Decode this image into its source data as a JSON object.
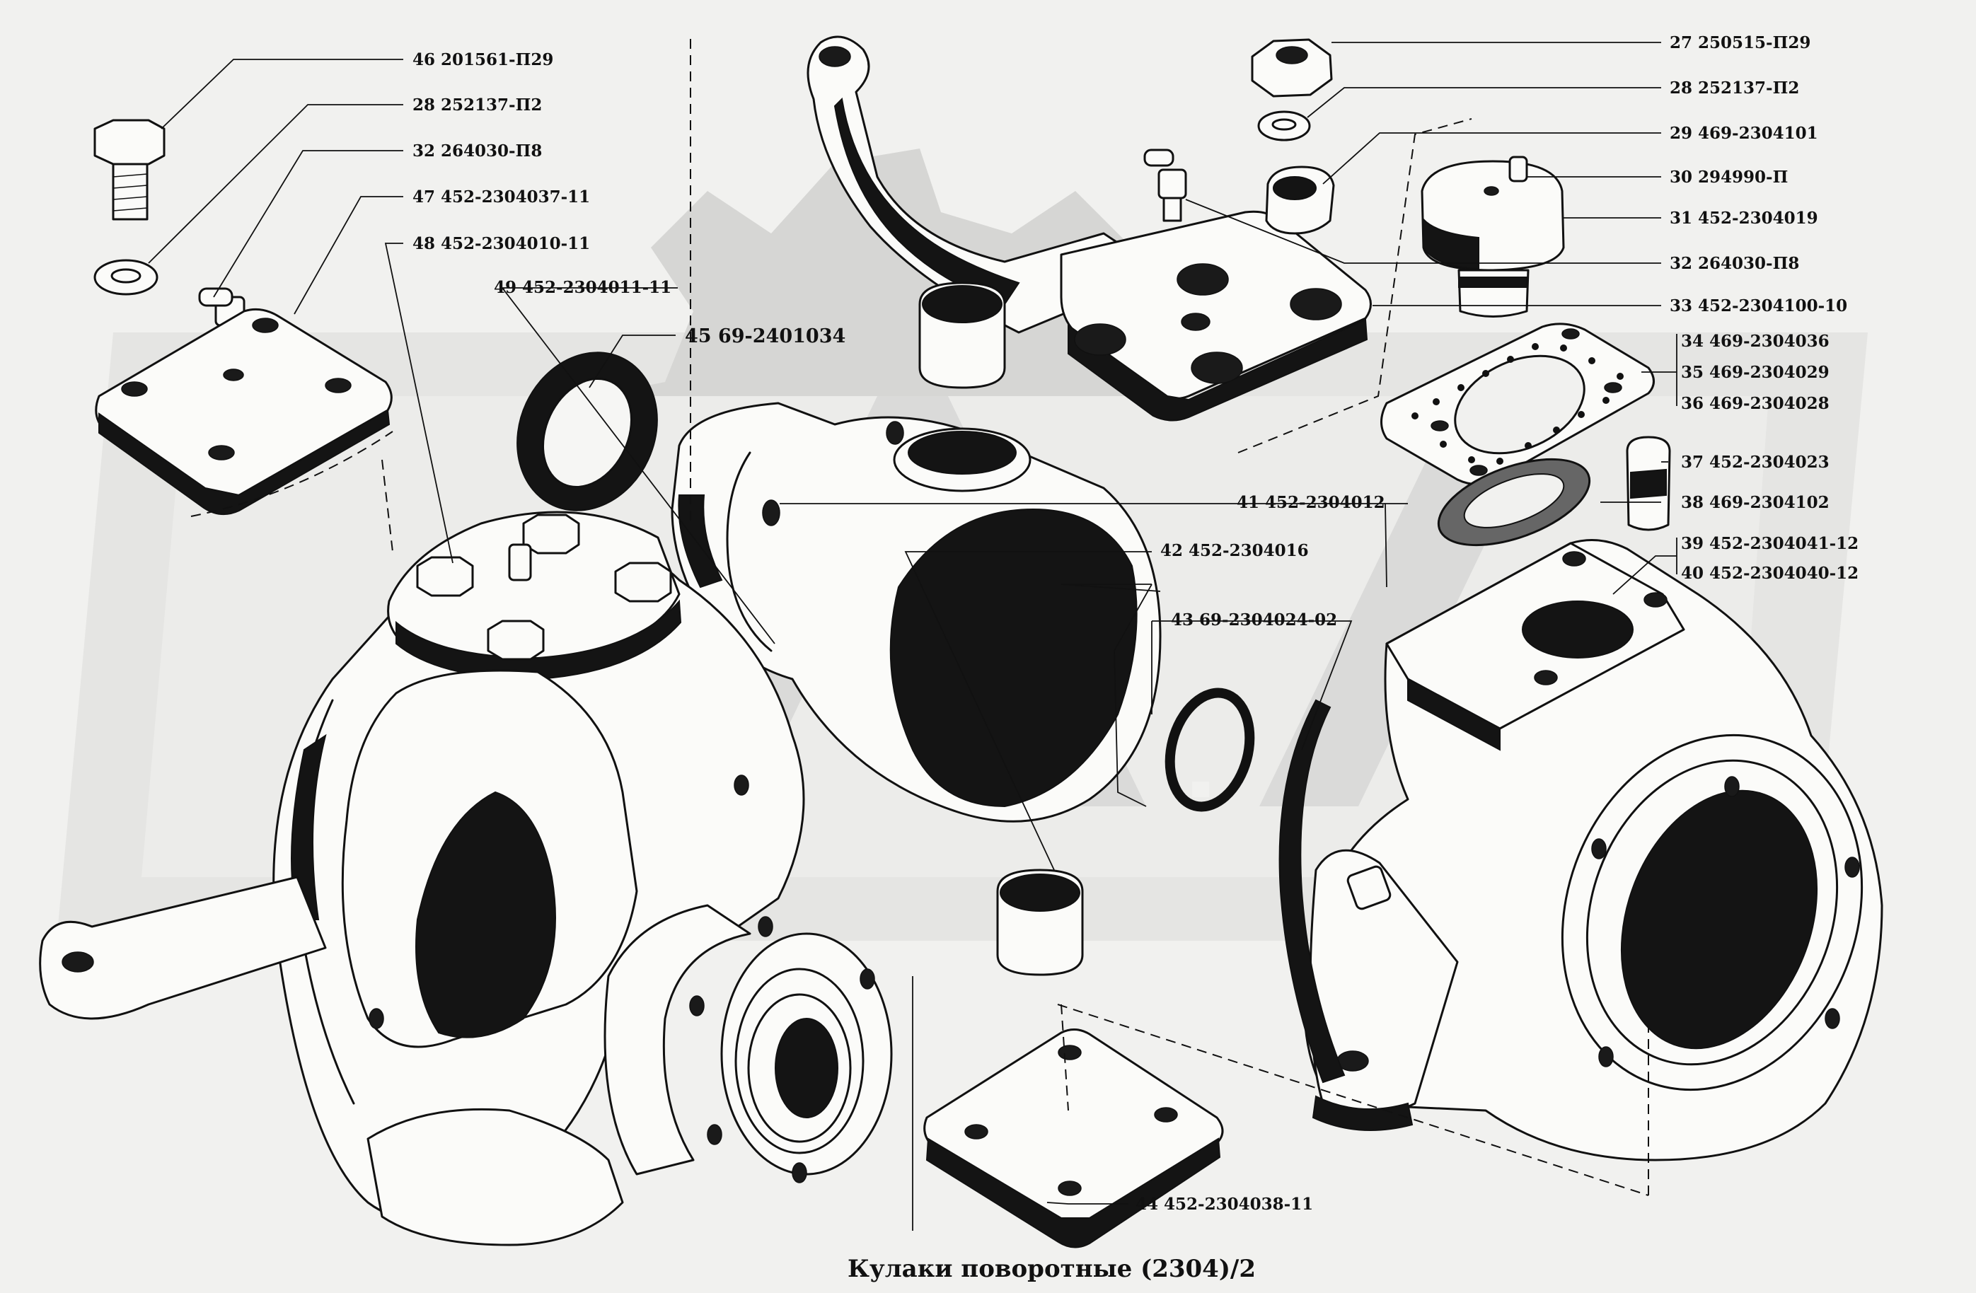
{
  "caption": "Кулаки поворотные (2304)/2",
  "callouts": [
    {
      "id": "46",
      "part": "201561-П29"
    },
    {
      "id": "28a",
      "part": "252137-П2"
    },
    {
      "id": "32a",
      "part": "264030-П8"
    },
    {
      "id": "47",
      "part": "452-2304037-11"
    },
    {
      "id": "48",
      "part": "452-2304010-11"
    },
    {
      "id": "49",
      "part": "452-2304011-11"
    },
    {
      "id": "45",
      "part": "69-2401034"
    },
    {
      "id": "27",
      "part": "250515-П29"
    },
    {
      "id": "28b",
      "part": "252137-П2"
    },
    {
      "id": "29",
      "part": "469-2304101"
    },
    {
      "id": "30",
      "part": "294990-П"
    },
    {
      "id": "31",
      "part": "452-2304019"
    },
    {
      "id": "32b",
      "part": "264030-П8"
    },
    {
      "id": "33",
      "part": "452-2304100-10"
    },
    {
      "id": "34",
      "part": "469-2304036"
    },
    {
      "id": "35",
      "part": "469-2304029"
    },
    {
      "id": "36",
      "part": "469-2304028"
    },
    {
      "id": "37",
      "part": "452-2304023"
    },
    {
      "id": "38",
      "part": "469-2304102"
    },
    {
      "id": "39",
      "part": "452-2304041-12"
    },
    {
      "id": "40",
      "part": "452-2304040-12"
    },
    {
      "id": "41",
      "part": "452-2304012"
    },
    {
      "id": "42",
      "part": "452-2304016"
    },
    {
      "id": "43",
      "part": "69-2304024-02"
    },
    {
      "id": "44",
      "part": "452-2304038-11"
    }
  ],
  "label_text": {
    "n46": "46",
    "n28a": "28",
    "n32a": "32",
    "n47": "47",
    "n48": "48",
    "n49": "49",
    "n45": "45",
    "n27": "27",
    "n28b": "28",
    "n29": "29",
    "n30": "30",
    "n31": "31",
    "n32b": "32",
    "n33": "33",
    "n34": "34",
    "n35": "35",
    "n36": "36",
    "n37": "37",
    "n38": "38",
    "n39": "39",
    "n40": "40",
    "n41": "41",
    "n42": "42",
    "n43": "43",
    "n44": "44"
  }
}
